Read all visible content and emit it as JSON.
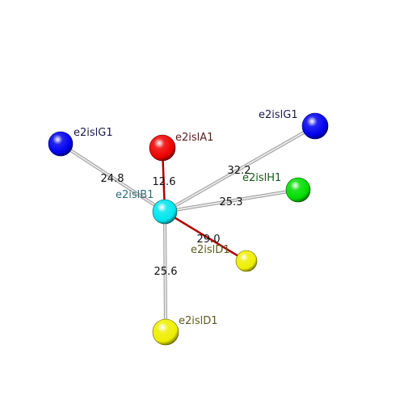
{
  "center": {
    "label": "e2islB1",
    "color": "#00e5ee",
    "label_color": "#2e6b73"
  },
  "neighbors": [
    {
      "id": "g1-left",
      "label": "e2islG1",
      "color": "#0000ee",
      "label_color": "#1a1a4d",
      "distance": "24.8",
      "bond_color": "#c8c8c8"
    },
    {
      "id": "a1",
      "label": "e2islA1",
      "color": "#ee0000",
      "label_color": "#5a1a1a",
      "distance": "12.6",
      "bond_color": "#b00000"
    },
    {
      "id": "g1-right",
      "label": "e2islG1",
      "color": "#0000ee",
      "label_color": "#1a1a4d",
      "distance": "32.2",
      "bond_color": "#c8c8c8"
    },
    {
      "id": "h1",
      "label": "e2islH1",
      "color": "#00dd00",
      "label_color": "#1a5a1a",
      "distance": "25.3",
      "bond_color": "#c8c8c8"
    },
    {
      "id": "d1-right",
      "label": "e2islD1",
      "color": "#eeee00",
      "label_color": "#5a5a1a",
      "distance": "29.0",
      "bond_color": "#b00000"
    },
    {
      "id": "d1-bottom",
      "label": "e2islD1",
      "color": "#eeee00",
      "label_color": "#5a5a1a",
      "distance": "25.6",
      "bond_color": "#c8c8c8"
    }
  ]
}
